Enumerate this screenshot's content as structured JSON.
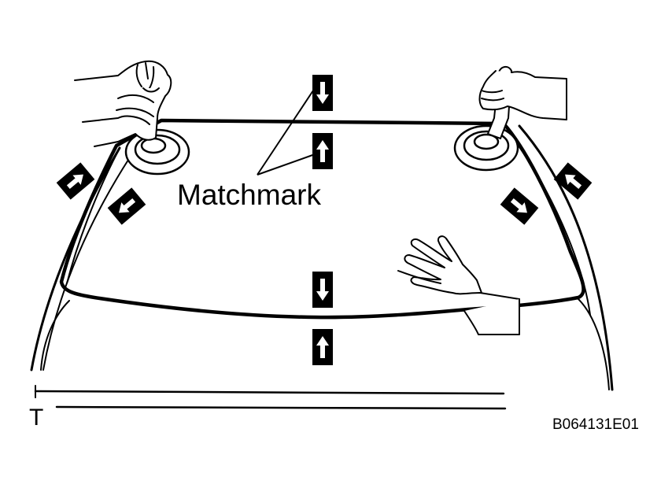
{
  "figure": {
    "annotation_label": "Matchmark",
    "figure_code": "B064131E01",
    "edge_mark": "T"
  },
  "colors": {
    "line": "#000000",
    "background": "#ffffff",
    "marker_fill": "#000000",
    "marker_arrow": "#ffffff"
  },
  "icons": {
    "marker_down": "arrow-down-marker-icon",
    "marker_up": "arrow-up-marker-icon",
    "marker_left": "arrow-left-marker-icon",
    "marker_right": "arrow-right-marker-icon",
    "suction_cup": "suction-cup-icon",
    "hand": "hand-icon"
  }
}
